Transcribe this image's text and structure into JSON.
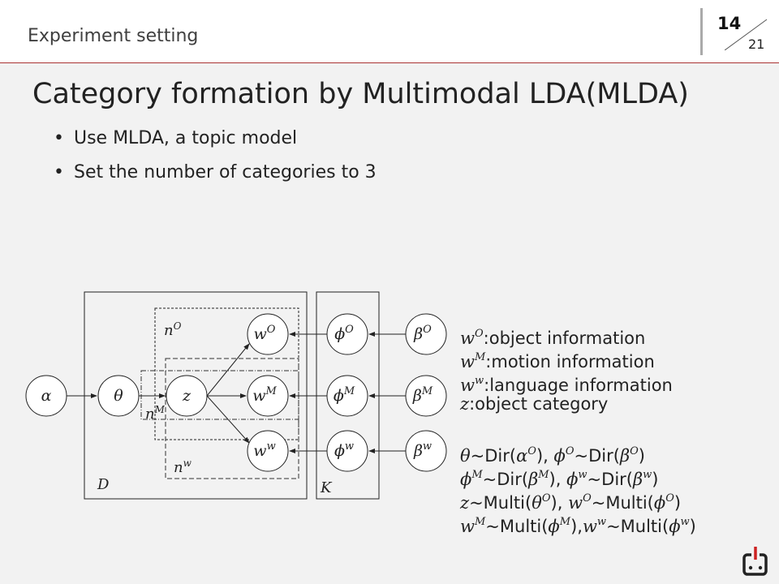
{
  "header": {
    "section": "Experiment setting",
    "page": "14",
    "total": "21"
  },
  "title": "Category formation by Multimodal LDA(MLDA)",
  "bullets": [
    "Use MLDA, a topic model",
    "Set the number of categories to 3"
  ],
  "diagram": {
    "nodes": [
      {
        "id": "alpha",
        "base": "α",
        "sup": ""
      },
      {
        "id": "theta",
        "base": "θ",
        "sup": ""
      },
      {
        "id": "z",
        "base": "z",
        "sup": ""
      },
      {
        "id": "w-o",
        "base": "w",
        "sup": "O"
      },
      {
        "id": "w-m",
        "base": "w",
        "sup": "M"
      },
      {
        "id": "w-w",
        "base": "w",
        "sup": "w"
      },
      {
        "id": "phi-o",
        "base": "ϕ",
        "sup": "O"
      },
      {
        "id": "phi-m",
        "base": "ϕ",
        "sup": "M"
      },
      {
        "id": "phi-w",
        "base": "ϕ",
        "sup": "w"
      },
      {
        "id": "beta-o",
        "base": "β",
        "sup": "O"
      },
      {
        "id": "beta-m",
        "base": "β",
        "sup": "M"
      },
      {
        "id": "beta-w",
        "base": "β",
        "sup": "w"
      }
    ],
    "plates": {
      "d": "D",
      "k": "K",
      "no": {
        "base": "n",
        "sup": "O"
      },
      "nm": {
        "base": "n",
        "sup": "M"
      },
      "nw": {
        "base": "n",
        "sup": "w"
      }
    }
  },
  "legend": [
    [
      {
        "m": "w",
        "s": "O"
      },
      {
        "t": ":object information"
      }
    ],
    [
      {
        "m": "w",
        "s": "M"
      },
      {
        "t": ":motion information"
      }
    ],
    [
      {
        "m": "w",
        "s": "w"
      },
      {
        "t": ":language information"
      }
    ],
    [
      {
        "m": "z"
      },
      {
        "t": ":object category"
      }
    ],
    [],
    [
      {
        "m": "θ"
      },
      {
        "t": "~Dir("
      },
      {
        "m": "α",
        "s": "O"
      },
      {
        "t": "), "
      },
      {
        "m": "ϕ",
        "s": "O"
      },
      {
        "t": "~Dir("
      },
      {
        "m": "β",
        "s": "O"
      },
      {
        "t": ")"
      }
    ],
    [
      {
        "m": "ϕ",
        "s": "M"
      },
      {
        "t": "~Dir("
      },
      {
        "m": "β",
        "s": "M"
      },
      {
        "t": "), "
      },
      {
        "m": "ϕ",
        "s": "w"
      },
      {
        "t": "~Dir("
      },
      {
        "m": "β",
        "s": "w"
      },
      {
        "t": ")"
      }
    ],
    [
      {
        "m": "z"
      },
      {
        "t": "~Multi("
      },
      {
        "m": "θ",
        "s": "O"
      },
      {
        "t": "), "
      },
      {
        "m": "w",
        "s": "O"
      },
      {
        "t": "~Multi("
      },
      {
        "m": "ϕ",
        "s": "O"
      },
      {
        "t": ")"
      }
    ],
    [
      {
        "m": "w",
        "s": "M"
      },
      {
        "t": "~Multi("
      },
      {
        "m": "ϕ",
        "s": "M"
      },
      {
        "t": "),"
      },
      {
        "m": "w",
        "s": "w"
      },
      {
        "t": "~Multi("
      },
      {
        "m": "ϕ",
        "s": "w"
      },
      {
        "t": ")"
      }
    ]
  ],
  "colors": {
    "accent": "#cc2222",
    "rule": "#aa3333"
  }
}
